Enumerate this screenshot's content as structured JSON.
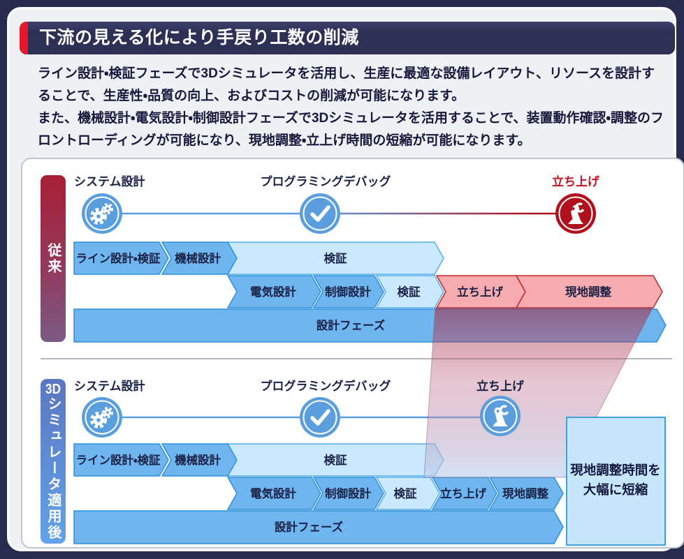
{
  "header": {
    "title": "下流の見える化により手戻り工数の削減"
  },
  "intro": {
    "para1": "ライン設計・検証フェーズで3Dシミュレータを活用し、生産に最適な設備レイアウト、リソースを設計することで、生産性・品質の向上、およびコストの削減が可能になります。",
    "para2": "また、機械設計・電気設計・制御設計フェーズで3Dシミュレータを活用することで、装置動作確認・調整のフロントローディングが可能になり、現地調整・立上げ時間の短縮が可能になります。"
  },
  "diagram": {
    "lane1": {
      "label": "従来",
      "milestone1": "システム設計",
      "milestone2": "プログラミングデバッグ",
      "milestone3": "立ち上げ",
      "row1": {
        "seg1": "ライン設計・検証",
        "seg2": "機械設計",
        "seg3": "検証"
      },
      "row2": {
        "seg1": "電気設計",
        "seg2": "制御設計",
        "seg3": "検証",
        "seg4": "立ち上げ",
        "seg5": "現地調整"
      },
      "row3": {
        "seg1": "設計フェーズ"
      }
    },
    "lane2": {
      "label": "3Dシミュレータ適用後",
      "milestone1": "システム設計",
      "milestone2": "プログラミングデバッグ",
      "milestone3": "立ち上げ",
      "row1": {
        "seg1": "ライン設計・検証",
        "seg2": "機械設計",
        "seg3": "検証"
      },
      "row2": {
        "seg1": "電気設計",
        "seg2": "制御設計",
        "seg3": "検証",
        "seg4": "立ち上げ",
        "seg5": "現地調整"
      },
      "row3": {
        "seg1": "設計フェーズ"
      }
    },
    "callout": {
      "line1": "現地調整時間を",
      "line2": "大幅に短縮"
    }
  },
  "colors": {
    "page_bg": "#272b4e",
    "card_bg": "#eef0f3",
    "titlebar_bg": "#2b3054",
    "title_accent_red": "#e8182c",
    "text_navy": "#15193b",
    "bar_blue": "#6fb5f0",
    "bar_blue_border": "#2e90da",
    "bar_lightblue": "#cbe9fc",
    "bar_lightblue_border": "#54aee8",
    "bar_pink": "#f6abae",
    "bar_pink_border": "#c3252f",
    "milestone_blue": "#5b9ede",
    "milestone_red": "#b0111c",
    "lane1_gradient_top": "#a81f35",
    "lane1_gradient_bottom": "#7a5b84",
    "lane2_gradient_top": "#5b77c1",
    "lane2_gradient_bottom": "#62a2e8",
    "callout_bg": "#c6e7fb",
    "callout_border": "#42a1dd"
  }
}
